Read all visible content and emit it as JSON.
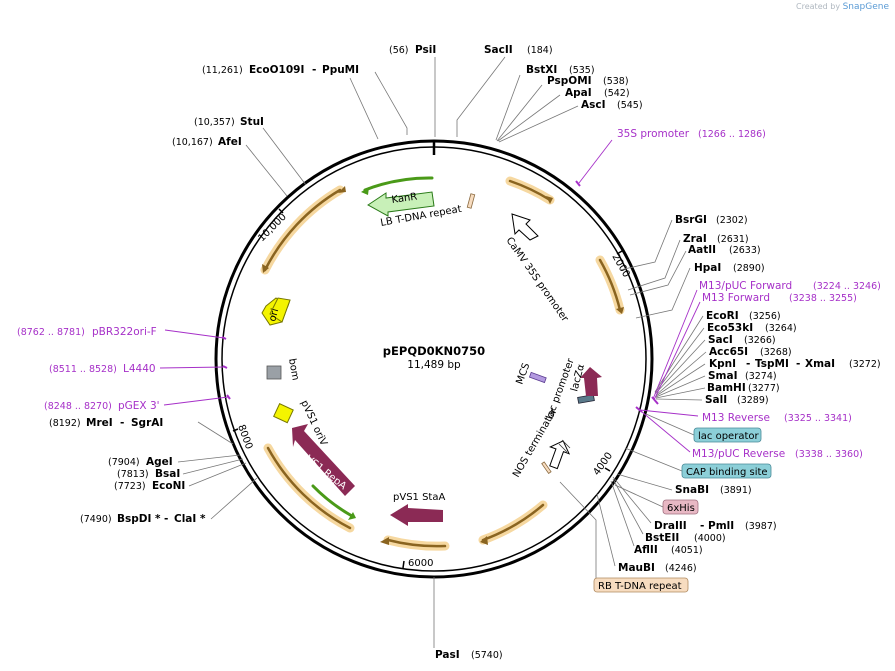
{
  "credit": {
    "prefix": "Created by",
    "brand": "SnapGene"
  },
  "plasmid": {
    "name": "pEPQD0KN0750",
    "size_label": "11,489 bp"
  },
  "ticks": [
    "2000",
    "4000",
    "6000",
    "8000",
    "10,000"
  ],
  "enzymes_left": [
    {
      "id": "e1",
      "name": "EcoO109I",
      "name2": "PpuMI",
      "pos": "(11,261)"
    },
    {
      "id": "e2",
      "name": "StuI",
      "pos": "(10,357)"
    },
    {
      "id": "e3",
      "name": "AfeI",
      "pos": "(10,167)"
    },
    {
      "id": "e4",
      "name": "MreI",
      "name2": "SgrAI",
      "pos": "(8192)"
    },
    {
      "id": "e5",
      "name": "AgeI",
      "pos": "(7904)"
    },
    {
      "id": "e6",
      "name": "BsaI",
      "pos": "(7813)"
    },
    {
      "id": "e7",
      "name": "EcoNI",
      "pos": "(7723)"
    },
    {
      "id": "e8",
      "name": "BspDI *",
      "name2": "ClaI *",
      "pos": "(7490)"
    }
  ],
  "enzymes_top": [
    {
      "id": "t1",
      "name": "PsiI",
      "pos": "(56)"
    },
    {
      "id": "t2",
      "name": "SacII",
      "pos": "(184)"
    },
    {
      "id": "t3",
      "name": "BstXI",
      "pos": "(535)"
    },
    {
      "id": "t4",
      "name": "PspOMI",
      "pos": "(538)"
    },
    {
      "id": "t5",
      "name": "ApaI",
      "pos": "(542)"
    },
    {
      "id": "t6",
      "name": "AscI",
      "pos": "(545)"
    }
  ],
  "enzymes_right": [
    {
      "id": "r1",
      "name": "BsrGI",
      "pos": "(2302)"
    },
    {
      "id": "r2",
      "name": "ZraI",
      "pos": "(2631)"
    },
    {
      "id": "r3",
      "name": "AatII",
      "pos": "(2633)"
    },
    {
      "id": "r4",
      "name": "HpaI",
      "pos": "(2890)"
    },
    {
      "id": "r5",
      "name": "EcoRI",
      "pos": "(3256)"
    },
    {
      "id": "r6",
      "name": "Eco53kI",
      "pos": "(3264)"
    },
    {
      "id": "r7",
      "name": "SacI",
      "pos": "(3266)"
    },
    {
      "id": "r8",
      "name": "Acc65I",
      "pos": "(3268)"
    },
    {
      "id": "r9",
      "name": "KpnI",
      "name2": "TspMI",
      "name3": "XmaI",
      "pos": "(3272)"
    },
    {
      "id": "r10",
      "name": "SmaI",
      "pos": "(3274)"
    },
    {
      "id": "r11",
      "name": "BamHI",
      "pos": "(3277)"
    },
    {
      "id": "r12",
      "name": "SalI",
      "pos": "(3289)"
    },
    {
      "id": "r13",
      "name": "SnaBI",
      "pos": "(3891)"
    },
    {
      "id": "r14",
      "name": "DraIII",
      "name2": "PmlI",
      "pos": "(3987)"
    },
    {
      "id": "r15",
      "name": "BstEII",
      "pos": "(4000)"
    },
    {
      "id": "r16",
      "name": "AflII",
      "pos": "(4051)"
    },
    {
      "id": "r17",
      "name": "MauBI",
      "pos": "(4246)"
    },
    {
      "id": "r18",
      "name": "PasI",
      "pos": "(5740)"
    }
  ],
  "primers": [
    {
      "id": "p1",
      "name": "35S promoter",
      "pos": "(1266 .. 1286)"
    },
    {
      "id": "p2",
      "name": "M13/pUC Forward",
      "pos": "(3224 .. 3246)"
    },
    {
      "id": "p3",
      "name": "M13 Forward",
      "pos": "(3238 .. 3255)"
    },
    {
      "id": "p4",
      "name": "M13 Reverse",
      "pos": "(3325 .. 3341)"
    },
    {
      "id": "p5",
      "name": "M13/pUC Reverse",
      "pos": "(3338 .. 3360)"
    },
    {
      "id": "p6",
      "name": "pBR322ori-F",
      "pos": "(8762 .. 8781)"
    },
    {
      "id": "p7",
      "name": "L4440",
      "pos": "(8511 .. 8528)"
    },
    {
      "id": "p8",
      "name": "pGEX 3'",
      "pos": "(8248 .. 8270)"
    }
  ],
  "boxed": [
    {
      "id": "b1",
      "name": "lac operator",
      "color": "#8ccfd8"
    },
    {
      "id": "b2",
      "name": "CAP binding site",
      "color": "#8ccfd8"
    },
    {
      "id": "b3",
      "name": "6xHis",
      "color": "#e8b8c4"
    },
    {
      "id": "b4",
      "name": "RB T-DNA repeat",
      "color": "#f7dcc0"
    }
  ],
  "features": {
    "kanr": "KanR",
    "lb": "LB T-DNA repeat",
    "camv": "CaMV 35S promoter",
    "ori": "ori",
    "bom": "bom",
    "pvs1ori": "pVS1 oriV",
    "repa": "pVS1 RepA",
    "staa": "pVS1 StaA",
    "mcs": "MCS",
    "lacprom": "lac promoter",
    "lacz": "lacZα",
    "nos": "NOS terminator"
  },
  "colors": {
    "orange": "#f0a830",
    "kanr": "#c8f0b8",
    "ori": "#f4f400",
    "repa": "#8b2a55",
    "primer": "#a630c8"
  }
}
